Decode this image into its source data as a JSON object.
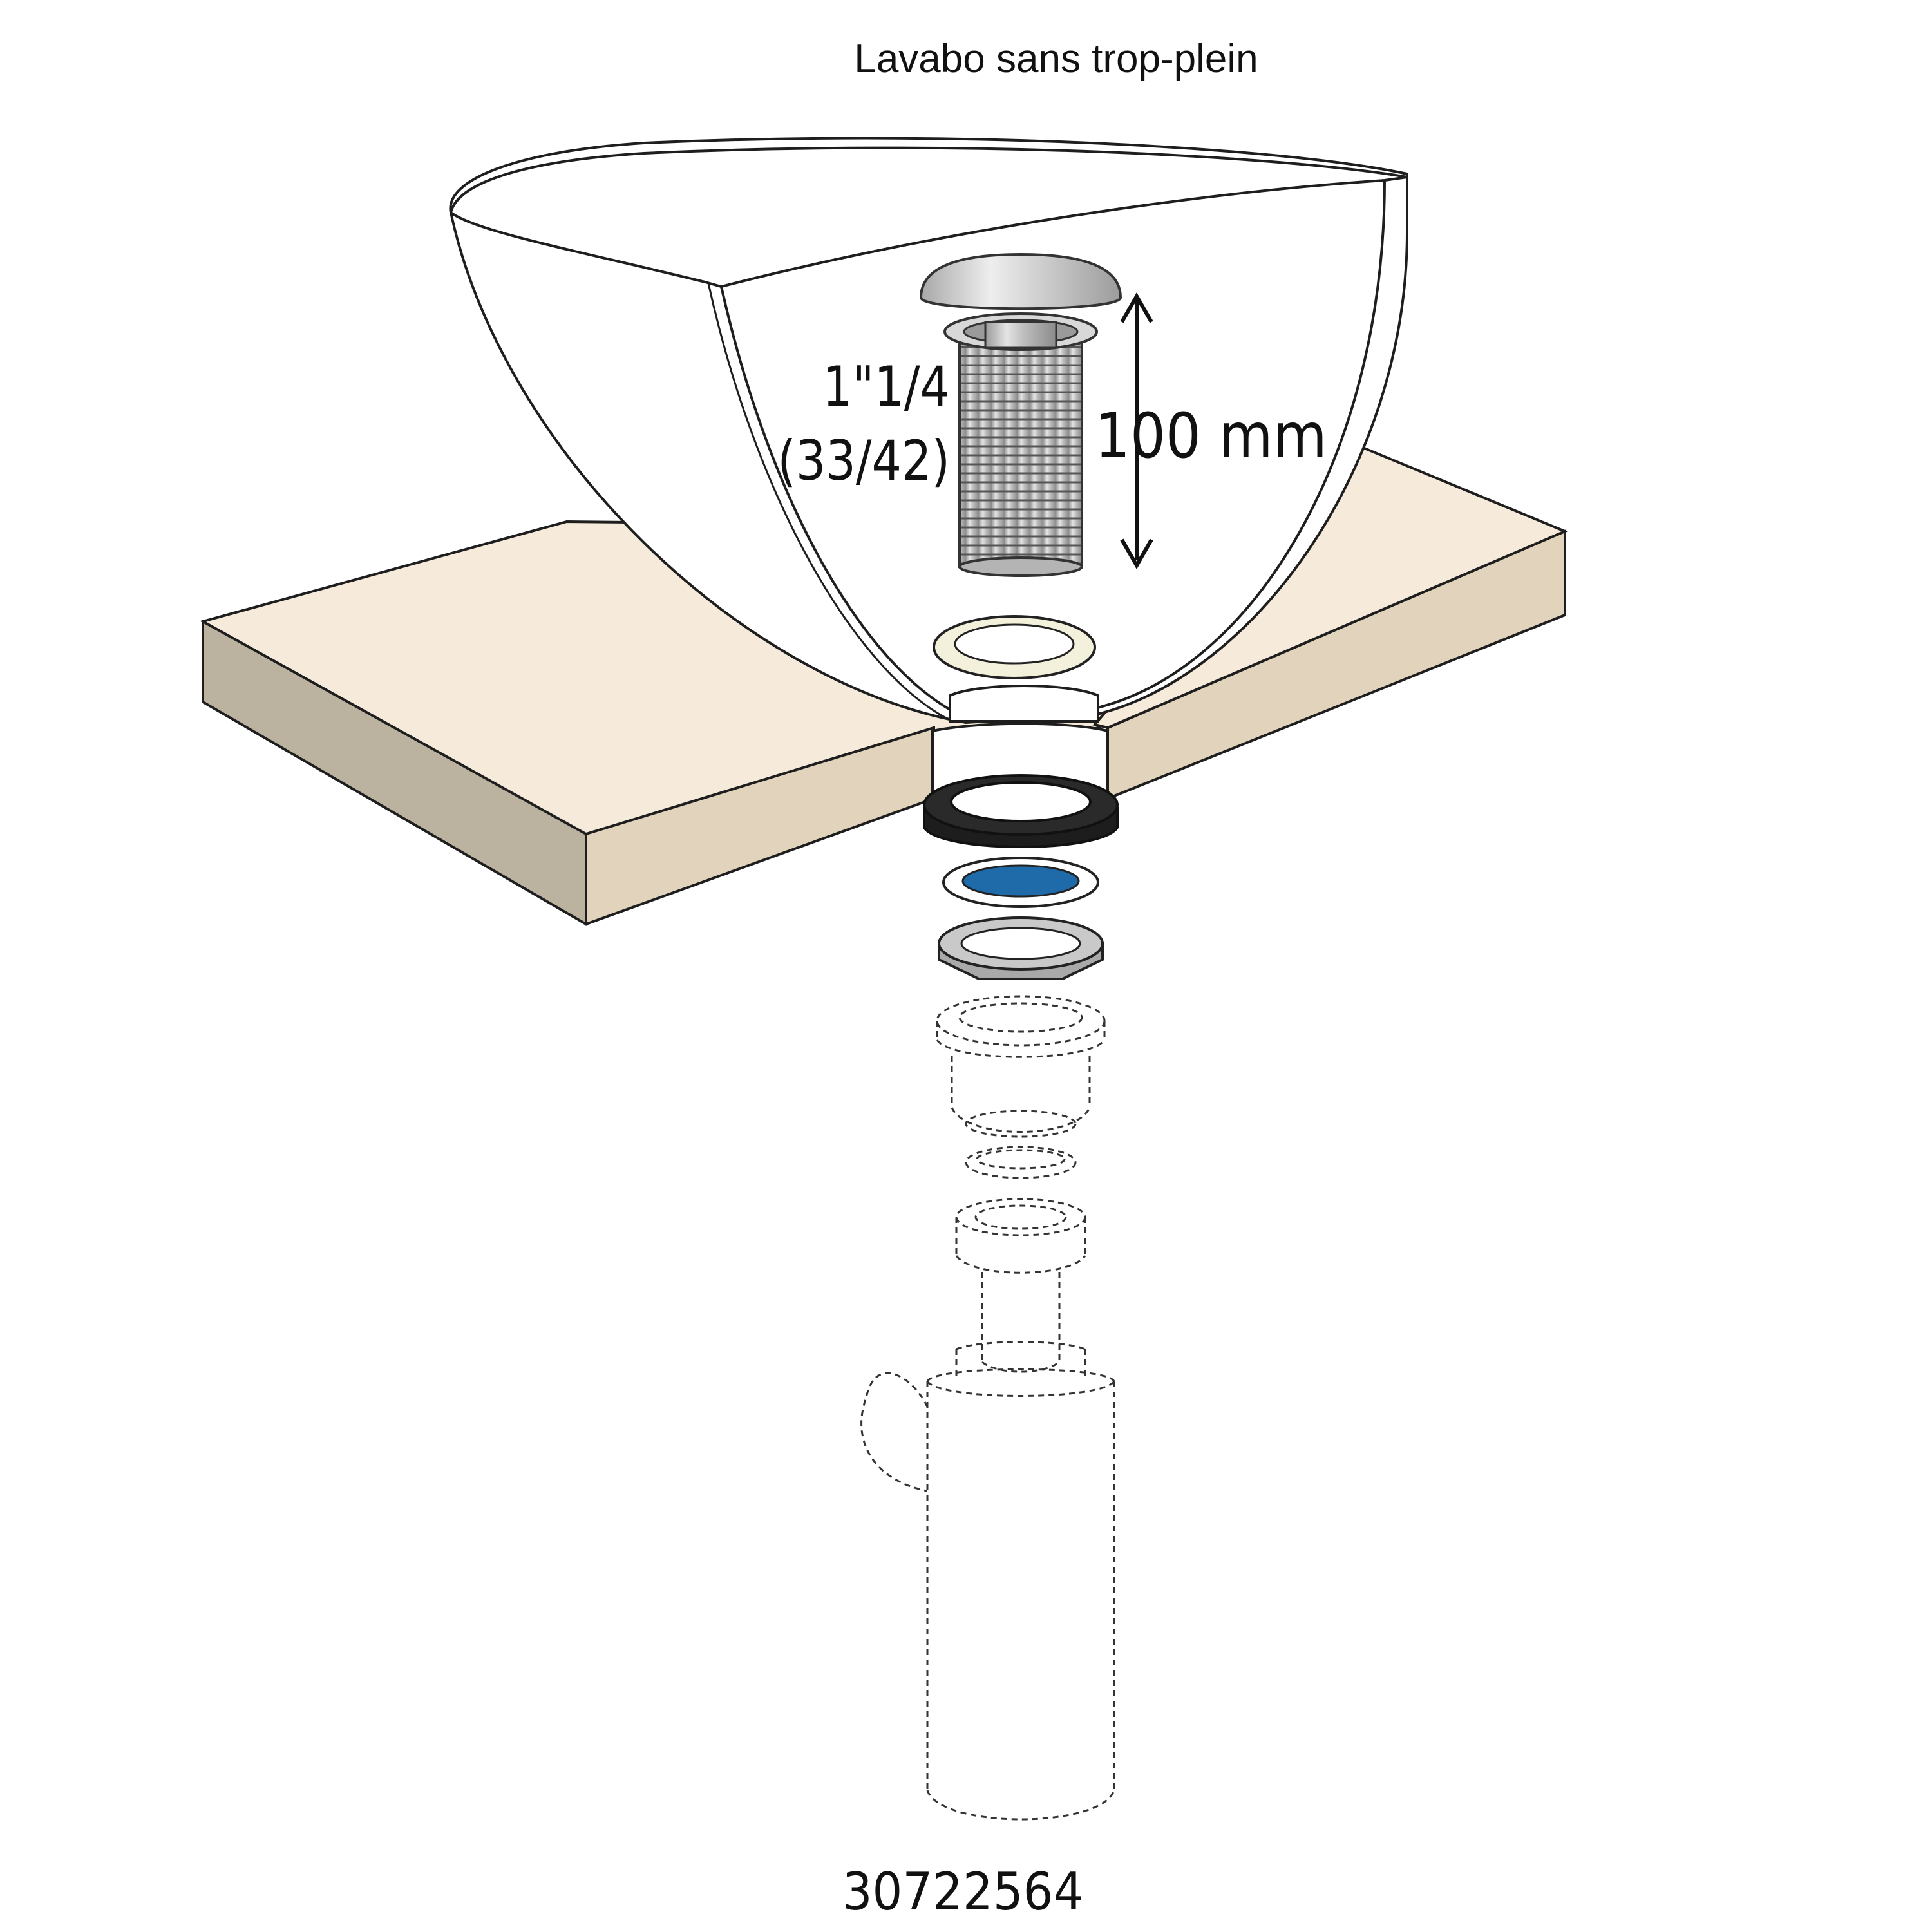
{
  "diagram": {
    "title": "Lavabo sans trop-plein",
    "thread_size": "1\"1/4",
    "thread_size_alt": "(33/42)",
    "length_label": "100 mm",
    "reference": "30722564"
  },
  "colors": {
    "countertop_top": "#f6eadb",
    "countertop_front": "#e2d4bc",
    "countertop_side": "#bbb29f",
    "basin_fill": "#ffffff",
    "outline": "#1e1e1e",
    "chrome": "#c9c9c9",
    "chrome_dark": "#8e8e8e",
    "black_gasket": "#1d1d1d",
    "blue_gasket": "#1f6aa8",
    "cream_gasket": "#f3f0dc",
    "dashed_parts": "#333333"
  }
}
